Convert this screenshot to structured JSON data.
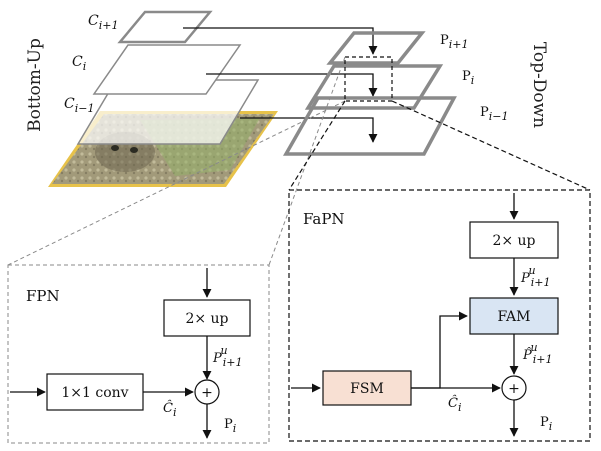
{
  "side_labels": {
    "left": "Bottom-Up",
    "right": "Top-Down"
  },
  "bottom_up_levels": [
    {
      "base": "C",
      "sub": "i+1"
    },
    {
      "base": "C",
      "sub": "i"
    },
    {
      "base": "C",
      "sub": "i−1"
    }
  ],
  "top_down_levels": [
    {
      "base": "P",
      "sub": "i+1"
    },
    {
      "base": "P",
      "sub": "i"
    },
    {
      "base": "P",
      "sub": "i−1"
    }
  ],
  "fpn": {
    "title": "FPN",
    "conv_label": "1×1 conv",
    "up_label": "2× up",
    "up_out": {
      "base": "P",
      "sub": "i+1",
      "sup": "u"
    },
    "lateral_out": {
      "base": "Ĉ",
      "sub": "i"
    },
    "output": {
      "base": "P",
      "sub": "i"
    },
    "sum_symbol": "+"
  },
  "fapn": {
    "title": "FaPN",
    "fsm_label": "FSM",
    "fam_label": "FAM",
    "up_label": "2× up",
    "up_out": {
      "base": "P",
      "sub": "i+1",
      "sup": "u"
    },
    "fam_out": {
      "base": "P̂",
      "sub": "i+1",
      "sup": "u"
    },
    "fsm_out": {
      "base": "Ĉ",
      "sub": "i"
    },
    "output": {
      "base": "P",
      "sub": "i"
    },
    "sum_symbol": "+",
    "colors": {
      "fsm_fill": "#f8e0d3",
      "fam_fill": "#d9e5f3"
    }
  }
}
